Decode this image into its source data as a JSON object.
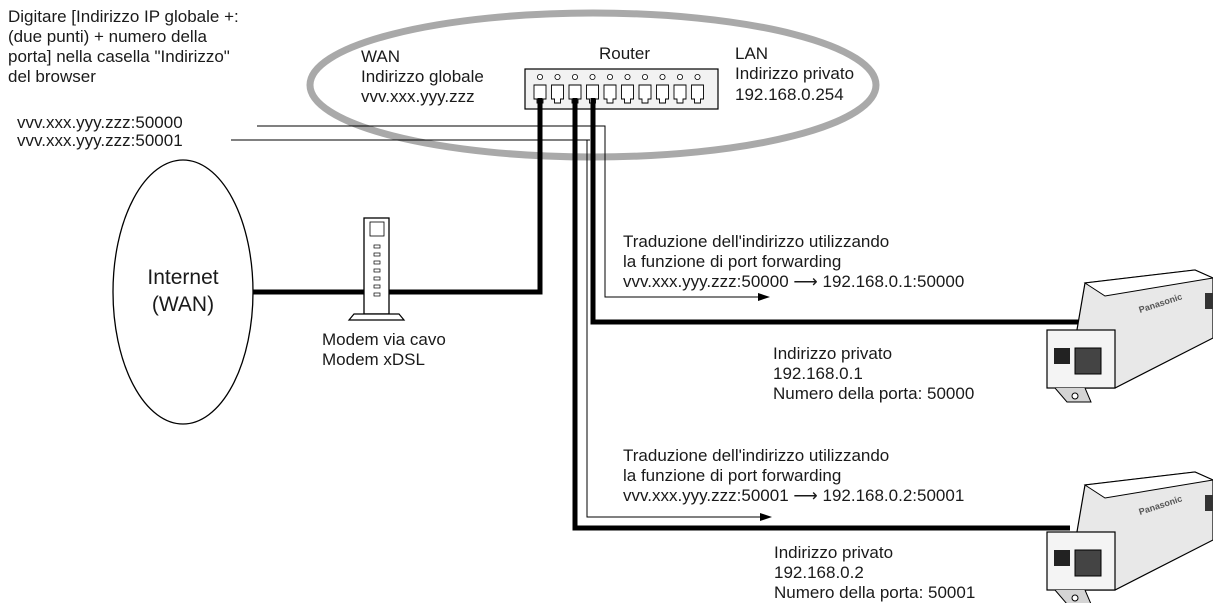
{
  "instruction_lines": [
    "Digitare [Indirizzo IP globale +:",
    "(due punti) + numero della",
    "porta] nella casella \"Indirizzo\"",
    "del browser"
  ],
  "urls": [
    "vvv.xxx.yyy.zzz:50000",
    "vvv.xxx.yyy.zzz:50001"
  ],
  "wan": {
    "label": "WAN",
    "sublabel": "Indirizzo globale",
    "address": "vvv.xxx.yyy.zzz"
  },
  "router": {
    "label": "Router"
  },
  "lan": {
    "label": "LAN",
    "sublabel": "Indirizzo privato",
    "address": "192.168.0.254"
  },
  "internet": {
    "line1": "Internet",
    "line2": "(WAN)"
  },
  "modem": {
    "line1": "Modem via cavo",
    "line2": "Modem xDSL"
  },
  "translations": [
    {
      "line1": "Traduzione dell'indirizzo utilizzando",
      "line2": "la funzione di port forwarding",
      "from": "vvv.xxx.yyy.zzz:50000",
      "to": "192.168.0.1:50000"
    },
    {
      "line1": "Traduzione dell'indirizzo utilizzando",
      "line2": "la funzione di port forwarding",
      "from": "vvv.xxx.yyy.zzz:50001",
      "to": "192.168.0.2:50001"
    }
  ],
  "cameras": [
    {
      "line1": "Indirizzo privato",
      "line2": "192.168.0.1",
      "line3": "Numero della porta: 50000",
      "brand": "Panasonic"
    },
    {
      "line1": "Indirizzo privato",
      "line2": "192.168.0.2",
      "line3": "Numero della porta: 50001",
      "brand": "Panasonic"
    }
  ],
  "icons": [
    "router-icon",
    "modem-icon",
    "camera-icon"
  ],
  "colors": {
    "ellipse": "#a9a9a9",
    "line": "#000000"
  }
}
